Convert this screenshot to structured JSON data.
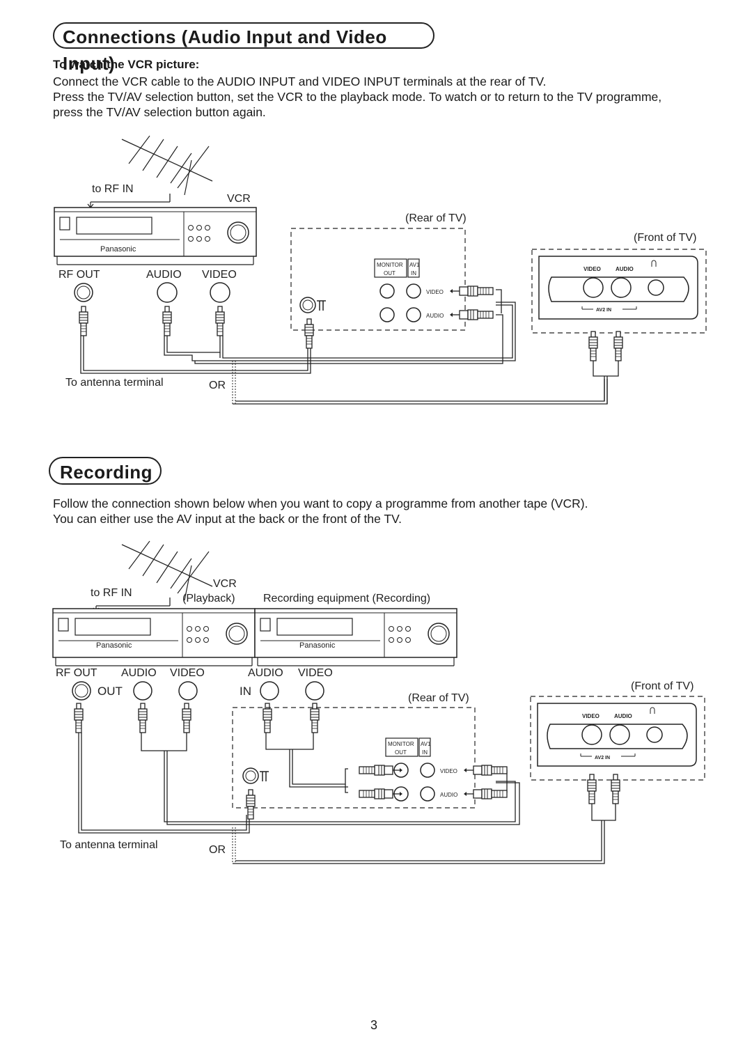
{
  "section1": {
    "title": "Connections (Audio Input and Video Input)",
    "subheading": "To watch the VCR picture:",
    "lines": [
      "Connect the VCR cable to the AUDIO INPUT and VIDEO INPUT terminals at the rear of TV.",
      "Press the TV/AV selection button, set the VCR to the playback mode. To watch or to return to the TV programme,",
      "press the TV/AV selection button again."
    ],
    "diagram": {
      "to_rf_in": "to RF IN",
      "vcr": "VCR",
      "brand": "Panasonic",
      "rf_out": "RF OUT",
      "audio": "AUDIO",
      "video": "VIDEO",
      "rear_of_tv": "(Rear of TV)",
      "front_of_tv": "(Front of TV)",
      "monitor_out_1": "MONITOR",
      "monitor_out_2": "OUT",
      "av1_1": "AV1",
      "av1_2": "IN",
      "jack_video": "VIDEO",
      "jack_audio": "AUDIO",
      "front_video": "VIDEO",
      "front_audio": "AUDIO",
      "av2_in": "AV2 IN",
      "to_antenna": "To antenna terminal",
      "or": "OR"
    }
  },
  "section2": {
    "title": "Recording",
    "lines": [
      "Follow the connection shown below when you want to copy a programme from another tape (VCR).",
      "You can either use the AV input at the back or the front of the TV."
    ],
    "diagram": {
      "to_rf_in": "to RF IN",
      "vcr": "VCR",
      "playback": "(Playback)",
      "recording_equipment": "Recording equipment (Recording)",
      "brand": "Panasonic",
      "rf_out": "RF OUT",
      "audio": "AUDIO",
      "video": "VIDEO",
      "out": "OUT",
      "in": "IN",
      "rear_of_tv": "(Rear of TV)",
      "front_of_tv": "(Front of TV)",
      "monitor_out_1": "MONITOR",
      "monitor_out_2": "OUT",
      "av1_1": "AV1",
      "av1_2": "IN",
      "jack_video": "VIDEO",
      "jack_audio": "AUDIO",
      "front_video": "VIDEO",
      "front_audio": "AUDIO",
      "av2_in": "AV2 IN",
      "to_antenna": "To antenna terminal",
      "or": "OR"
    }
  },
  "page_number": "3"
}
